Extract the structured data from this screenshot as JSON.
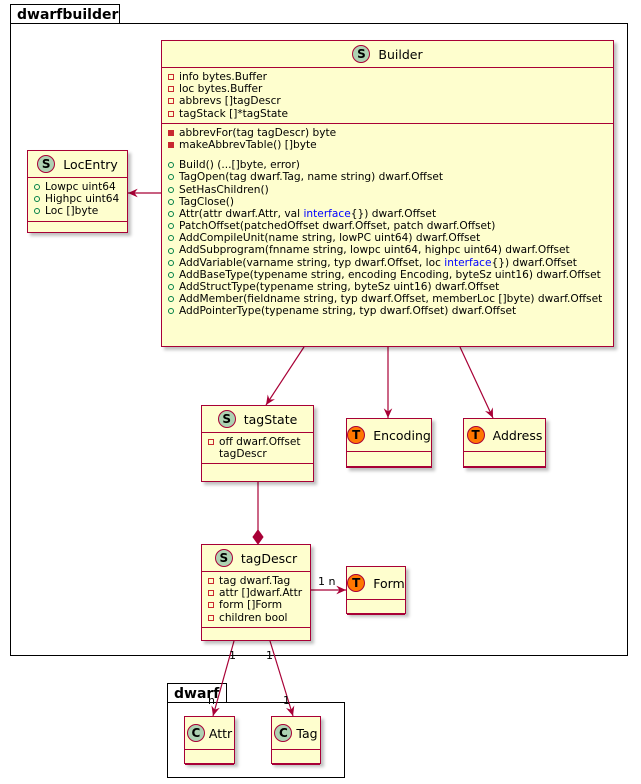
{
  "packages": {
    "dwarfbuilder": "dwarfbuilder",
    "dwarf": "dwarf"
  },
  "classes": {
    "builder": {
      "name": "Builder",
      "stereotype": "S",
      "fields": [
        "info bytes.Buffer",
        "loc bytes.Buffer",
        "abbrevs []tagDescr",
        "tagStack []*tagState"
      ],
      "private_methods": [
        "abbrevFor(tag tagDescr) byte",
        "makeAbbrevTable() []byte"
      ],
      "public_methods": [
        "Build() (...[]byte, error)",
        "TagOpen(tag dwarf.Tag, name string) dwarf.Offset",
        "SetHasChildren()",
        "TagClose()",
        "Attr(attr dwarf.Attr, val interface{}) dwarf.Offset",
        "PatchOffset(patchedOffset dwarf.Offset, patch dwarf.Offset)",
        "AddCompileUnit(name string, lowPC uint64) dwarf.Offset",
        "AddSubprogram(fnname string, lowpc uint64, highpc uint64) dwarf.Offset",
        "AddVariable(varname string, typ dwarf.Offset, loc interface{}) dwarf.Offset",
        "AddBaseType(typename string, encoding Encoding, byteSz uint16) dwarf.Offset",
        "AddStructType(typename string, byteSz uint16) dwarf.Offset",
        "AddMember(fieldname string, typ dwarf.Offset, memberLoc []byte) dwarf.Offset",
        "AddPointerType(typename string, typ dwarf.Offset) dwarf.Offset"
      ]
    },
    "locentry": {
      "name": "LocEntry",
      "stereotype": "S",
      "fields": [
        "Lowpc uint64",
        "Highpc uint64",
        "Loc []byte"
      ]
    },
    "tagstate": {
      "name": "tagState",
      "stereotype": "S",
      "fields": [
        "off dwarf.Offset",
        "tagDescr"
      ]
    },
    "encoding": {
      "name": "Encoding",
      "stereotype": "T"
    },
    "address": {
      "name": "Address",
      "stereotype": "T"
    },
    "tagdescr": {
      "name": "tagDescr",
      "stereotype": "S",
      "fields": [
        "tag dwarf.Tag",
        "attr []dwarf.Attr",
        "form []Form",
        "children bool"
      ]
    },
    "form": {
      "name": "Form",
      "stereotype": "T"
    },
    "attr": {
      "name": "Attr",
      "stereotype": "C"
    },
    "tag": {
      "name": "Tag",
      "stereotype": "C"
    }
  },
  "multiplicities": {
    "tagdescr_form": "1 n",
    "tagdescr_attr_src": "1",
    "tagdescr_attr_dst": "n",
    "tagdescr_tag_src": "1",
    "tagdescr_tag_dst": "1"
  },
  "colors": {
    "class_fill": "#fefece",
    "class_border": "#a80036",
    "struct_badge": "#add1b2",
    "type_badge": "#ff7700",
    "keyword": "#0000ff"
  }
}
